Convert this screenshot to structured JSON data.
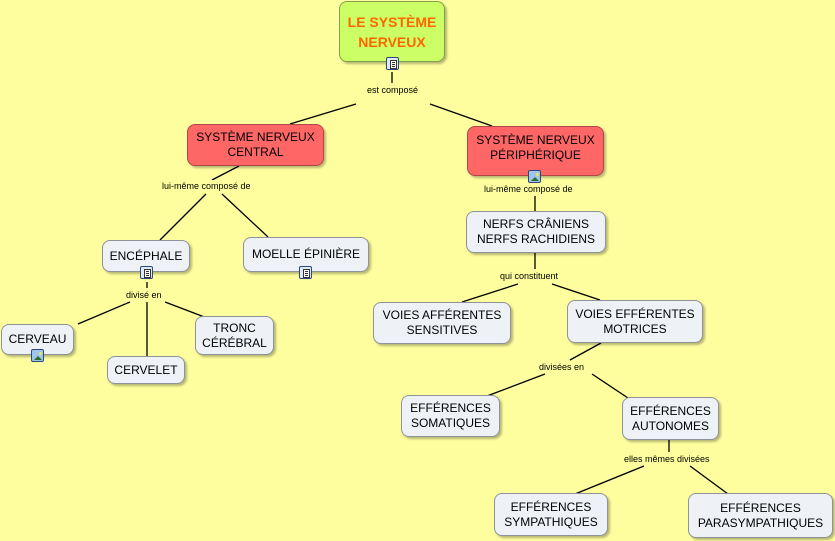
{
  "nodes": {
    "root": "LE SYSTÈME\nNERVEUX",
    "snc": "SYSTÈME NERVEUX\nCENTRAL",
    "snp": "SYSTÈME NERVEUX\nPÉRIPHÉRIQUE",
    "encephale": "ENCÉPHALE",
    "moelle": "MOELLE ÉPINIÈRE",
    "cerveau": "CERVEAU",
    "cervelet": "CERVELET",
    "tronc": "TRONC\nCÉRÉBRAL",
    "nerfs": "NERFS CRÂNIENS\nNERFS RACHIDIENS",
    "afferentes": "VOIES AFFÉRENTES\nSENSITIVES",
    "efferentes": "VOIES EFFÉRENTES\nMOTRICES",
    "somatiques": "EFFÉRENCES\nSOMATIQUES",
    "autonomes": "EFFÉRENCES\nAUTONOMES",
    "sympathiques": "EFFÉRENCES\nSYMPATHIQUES",
    "parasympathiques": "EFFÉRENCES\nPARASYMPATHIQUES"
  },
  "links": {
    "est_compose": "est composé",
    "lui_meme_1": "lui-même composé de",
    "lui_meme_2": "lui-même composé de",
    "divise_en": "divisé en",
    "qui_constituent": "qui constituent",
    "divisees_en": "divisées en",
    "elles_memes": "elles mêmes divisées"
  },
  "icons": {
    "root": "document-icon",
    "snp": "image-icon",
    "encephale": "document-icon",
    "moelle": "document-icon",
    "cerveau": "image-icon"
  },
  "colors": {
    "background": "#fefe9e",
    "root_fill": "#ccff66",
    "root_text": "#ff6600",
    "red_fill": "#ff6666",
    "node_fill": "#eef2f7",
    "line": "#000000"
  }
}
